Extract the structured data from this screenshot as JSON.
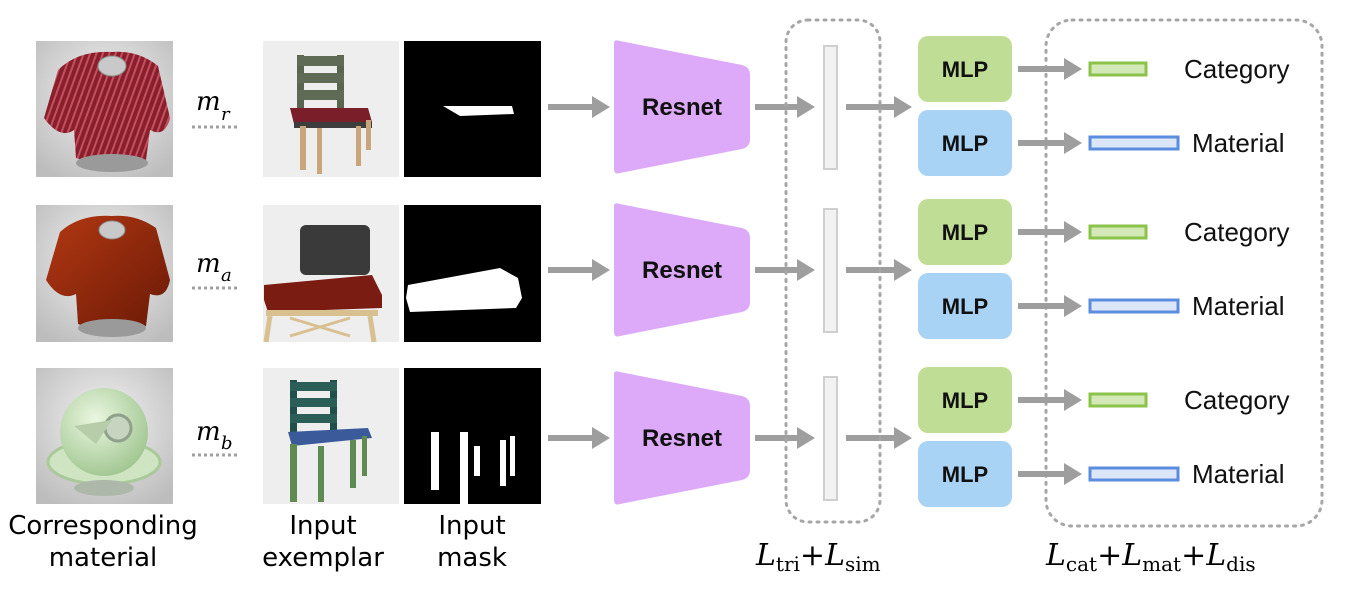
{
  "rows": [
    {
      "material_symbol": "m",
      "material_subscript": "r",
      "encoder_label": "Resnet",
      "heads": [
        {
          "label": "MLP",
          "output_label": "Category",
          "color": "#c0dd96",
          "output_color": "#8bc34a"
        },
        {
          "label": "MLP",
          "output_label": "Material",
          "color": "#a9d3f5",
          "output_color": "#5b8dde"
        }
      ]
    },
    {
      "material_symbol": "m",
      "material_subscript": "a",
      "encoder_label": "Resnet",
      "heads": [
        {
          "label": "MLP",
          "output_label": "Category",
          "color": "#c0dd96",
          "output_color": "#8bc34a"
        },
        {
          "label": "MLP",
          "output_label": "Material",
          "color": "#a9d3f5",
          "output_color": "#5b8dde"
        }
      ]
    },
    {
      "material_symbol": "m",
      "material_subscript": "b",
      "encoder_label": "Resnet",
      "heads": [
        {
          "label": "MLP",
          "output_label": "Category",
          "color": "#c0dd96",
          "output_color": "#8bc34a"
        },
        {
          "label": "MLP",
          "output_label": "Material",
          "color": "#a9d3f5",
          "output_color": "#5b8dde"
        }
      ]
    }
  ],
  "column_labels": {
    "material": "Corresponding material",
    "exemplar": "Input exemplar",
    "mask": "Input mask"
  },
  "losses": {
    "left": {
      "L1": "L",
      "s1": "tri",
      "plus": "+",
      "L2": "L",
      "s2": "sim"
    },
    "right": {
      "L1": "L",
      "s1": "cat",
      "plus1": "+",
      "L2": "L",
      "s2": "mat",
      "plus2": "+",
      "L3": "L",
      "s3": "dis"
    }
  },
  "colors": {
    "encoder": "#dcaaf8",
    "arrow": "#9e9e9e",
    "dotted_box": "#a6a6a6"
  }
}
